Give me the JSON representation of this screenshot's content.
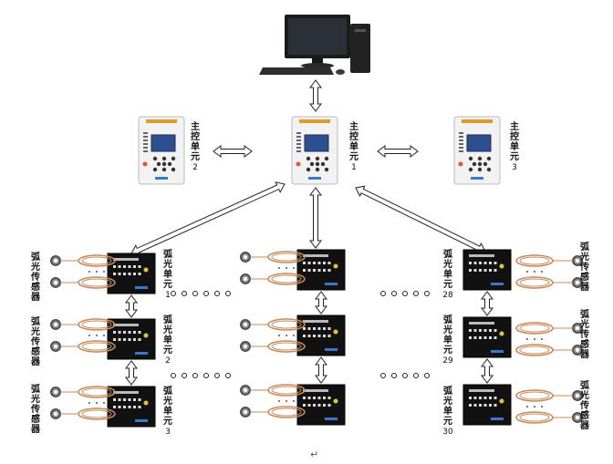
{
  "main_units": [
    {
      "label": "主控单元",
      "number": "2"
    },
    {
      "label": "主控单元",
      "number": "1"
    },
    {
      "label": "主控单元",
      "number": "3"
    }
  ],
  "arc_units": {
    "left": [
      {
        "label": "弧光单元",
        "number": "1"
      },
      {
        "label": "弧光单元",
        "number": "2"
      },
      {
        "label": "弧光单元",
        "number": "3"
      }
    ],
    "right": [
      {
        "label": "弧光单元",
        "number": "28"
      },
      {
        "label": "弧光单元",
        "number": "29"
      },
      {
        "label": "弧光单元",
        "number": "30"
      }
    ]
  },
  "sensor_label": "弧光传感器",
  "colors": {
    "panel_screen": "#2d4f8f",
    "device_body": "#f2f2f2",
    "arc_unit_body": "#111111",
    "fiber": "#c58a5a",
    "arrow_fill": "#ffffff",
    "arrow_stroke": "#222222"
  },
  "return_mark": "↵"
}
